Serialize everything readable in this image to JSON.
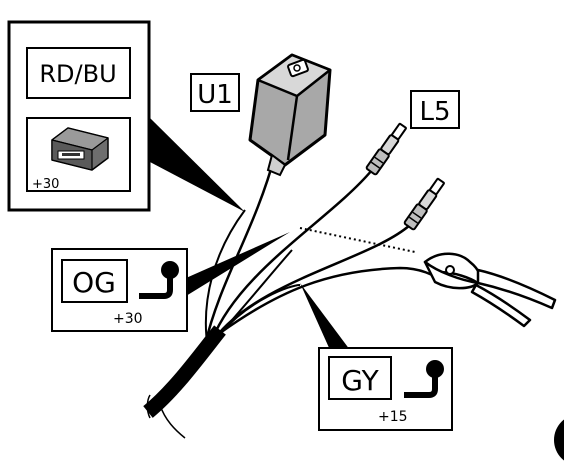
{
  "labels": {
    "rd_bu": "RD/BU",
    "u1": "U1",
    "l5": "L5",
    "og": "OG",
    "gy": "GY"
  },
  "values": {
    "usb_voltage": "+30",
    "og_voltage": "+30",
    "gy_voltage": "+15"
  },
  "icons": {
    "usb": "usb-socket-icon",
    "og_terminal": "terminal-lug-icon",
    "gy_terminal": "terminal-lug-icon",
    "pliers": "side-cutter-pliers-icon"
  }
}
